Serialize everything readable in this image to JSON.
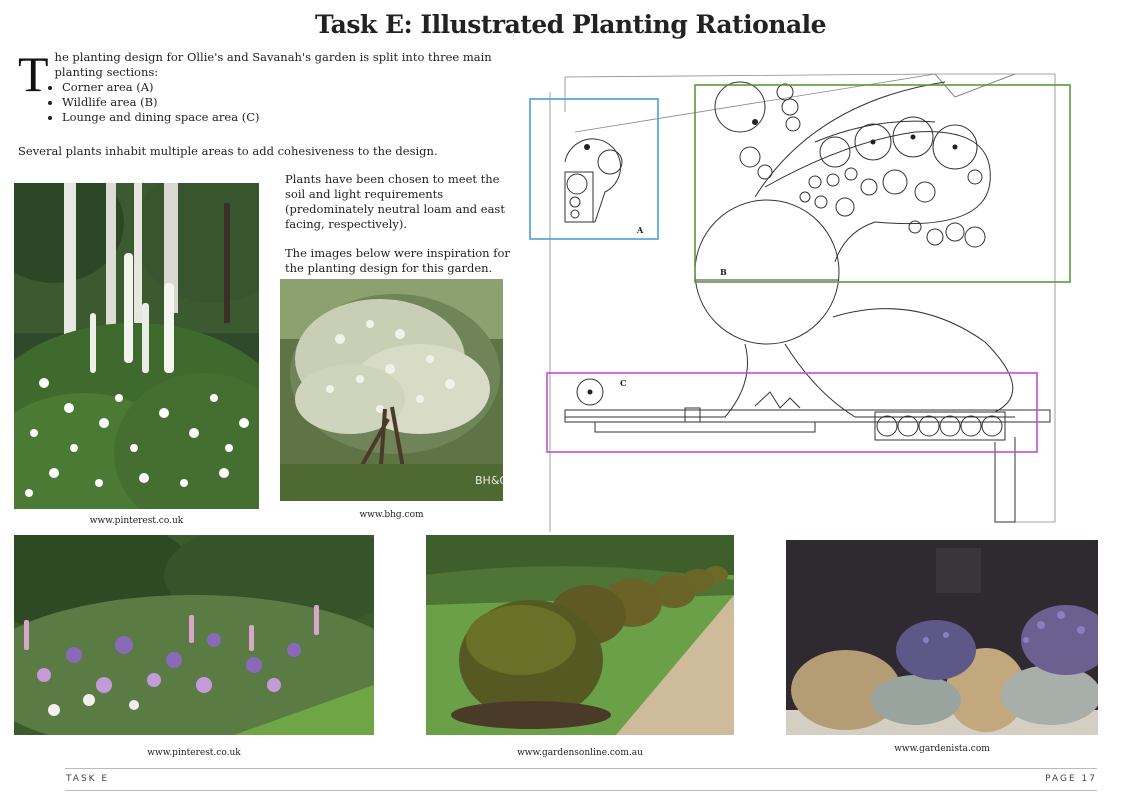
{
  "title": "Task E: Illustrated Planting Rationale",
  "intro": {
    "dropcap": "T",
    "text": "he planting design for Ollie's and Savanah's garden is split into three main planting sections:",
    "bullets": [
      "Corner area (A)",
      "Wildlife area (B)",
      "Lounge and dining space area (C)"
    ]
  },
  "cohesive_text": "Several plants inhabit multiple areas to add cohesiveness to the design.",
  "chosen_text": "Plants have been chosen to meet the soil and light requirements (predominately neutral loam and east facing, respectively).",
  "inspiration_text": "The images below were inspiration for the planting design for this garden.",
  "photos": {
    "foxgloves": {
      "caption": "www.pinterest.co.uk"
    },
    "tree": {
      "caption": "www.bhg.com",
      "watermark": "BH&G"
    },
    "border": {
      "caption": "www.pinterest.co.uk"
    },
    "topiary": {
      "caption": "www.gardensonline.com.au"
    },
    "grasses": {
      "caption": "www.gardenista.com"
    }
  },
  "plan": {
    "areas": [
      {
        "label": "A",
        "color": "#4a9fd8"
      },
      {
        "label": "B",
        "color": "#5a9a3c"
      },
      {
        "label": "C",
        "color": "#c04fd0"
      }
    ]
  },
  "footer": {
    "left": "TASK E",
    "right": "PAGE 17"
  }
}
